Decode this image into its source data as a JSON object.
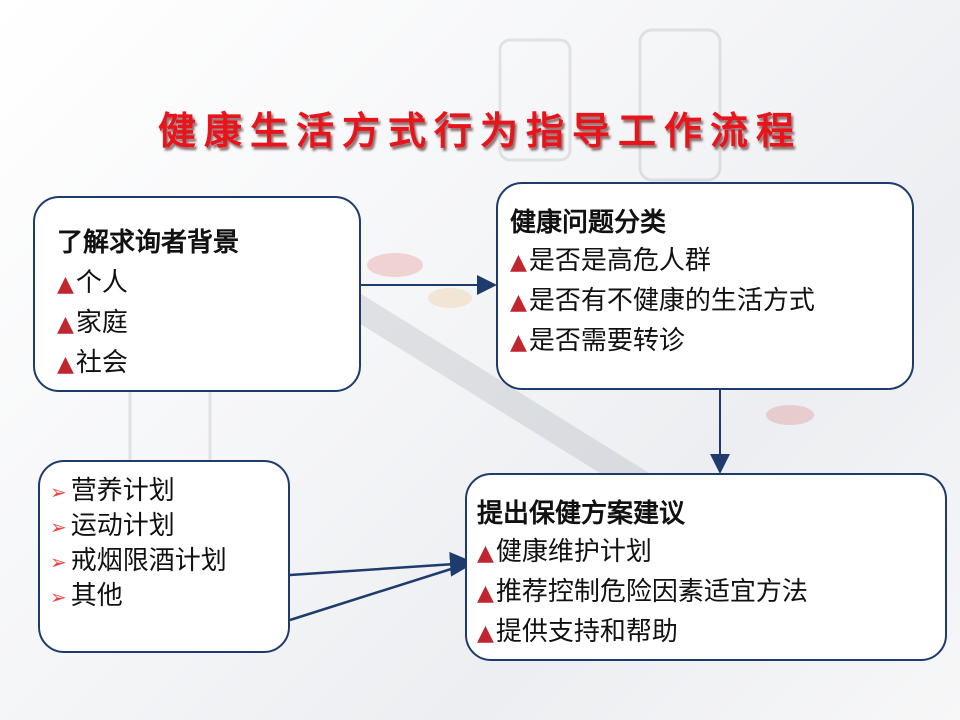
{
  "title": "健康生活方式行为指导工作流程",
  "background_box": {
    "heading": "了解求询者背景",
    "items": [
      "个人",
      "家庭",
      "社会"
    ]
  },
  "classify_box": {
    "heading": "健康问题分类",
    "items": [
      "是否是高危人群",
      "是否有不健康的生活方式",
      "是否需要转诊"
    ]
  },
  "advice_box": {
    "heading": "提出保健方案建议",
    "items": [
      "健康维护计划",
      "推荐控制危险因素适宜方法",
      "提供支持和帮助"
    ]
  },
  "plans_box": {
    "items": [
      "营养计划",
      "运动计划",
      "戒烟限酒计划",
      "其他"
    ]
  },
  "colors": {
    "title": "#e8141b",
    "border": "#1f3b6e",
    "marker": "#c0262e"
  }
}
